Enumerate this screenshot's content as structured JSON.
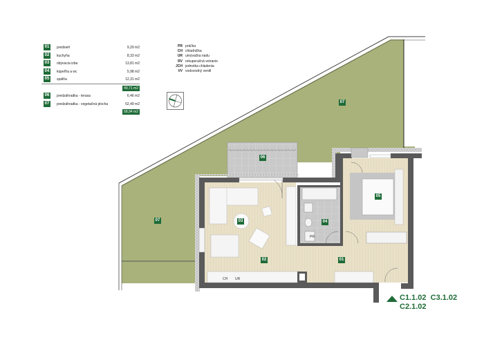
{
  "legend": {
    "rooms": [
      {
        "num": "01",
        "name": "predsieň",
        "area": "9,29 m2"
      },
      {
        "num": "02",
        "name": "kuchyňa",
        "area": "8,33 m2"
      },
      {
        "num": "03",
        "name": "obývacia izba",
        "area": "13,81 m2"
      },
      {
        "num": "04",
        "name": "kúpeľňa a wc",
        "area": "5,98 m2"
      },
      {
        "num": "05",
        "name": "spálňa",
        "area": "12,31 m2"
      }
    ],
    "subtotal": "49,71 m2",
    "outdoor": [
      {
        "num": "06",
        "name": "predzáhradka - terasa",
        "area": "6,46 m2"
      },
      {
        "num": "07",
        "name": "predzáhradka - vegetačná plocha",
        "area": "52,49 m2"
      }
    ],
    "outdoor_total": "58,94 m2"
  },
  "abbreviations": [
    {
      "key": "PR",
      "value": "práčka"
    },
    {
      "key": "CH",
      "value": "chladnička"
    },
    {
      "key": "UR",
      "value": "umývačka riadu"
    },
    {
      "key": "RV",
      "value": "rekuperačná vetranie"
    },
    {
      "key": "JCH",
      "value": "jednotka chladenia"
    },
    {
      "key": "VV",
      "value": "vodovodný ventil"
    }
  ],
  "plan_labels": {
    "r01": "01",
    "r02": "02",
    "r03": "03",
    "r04": "04",
    "r05": "05",
    "r06": "06",
    "r07a": "07",
    "r07b": "07",
    "pr": "PR",
    "ch": "CH",
    "ur": "UR"
  },
  "unit_codes": {
    "line1": "C1.1.02  C3.1.02",
    "line2": "C2.1.02"
  },
  "colors": {
    "accent": "#1e6b37",
    "garden": "#a8b27a",
    "floor": "#e6dcc2",
    "wall": "#5a5a5a",
    "tile": "#c8c8c8"
  }
}
